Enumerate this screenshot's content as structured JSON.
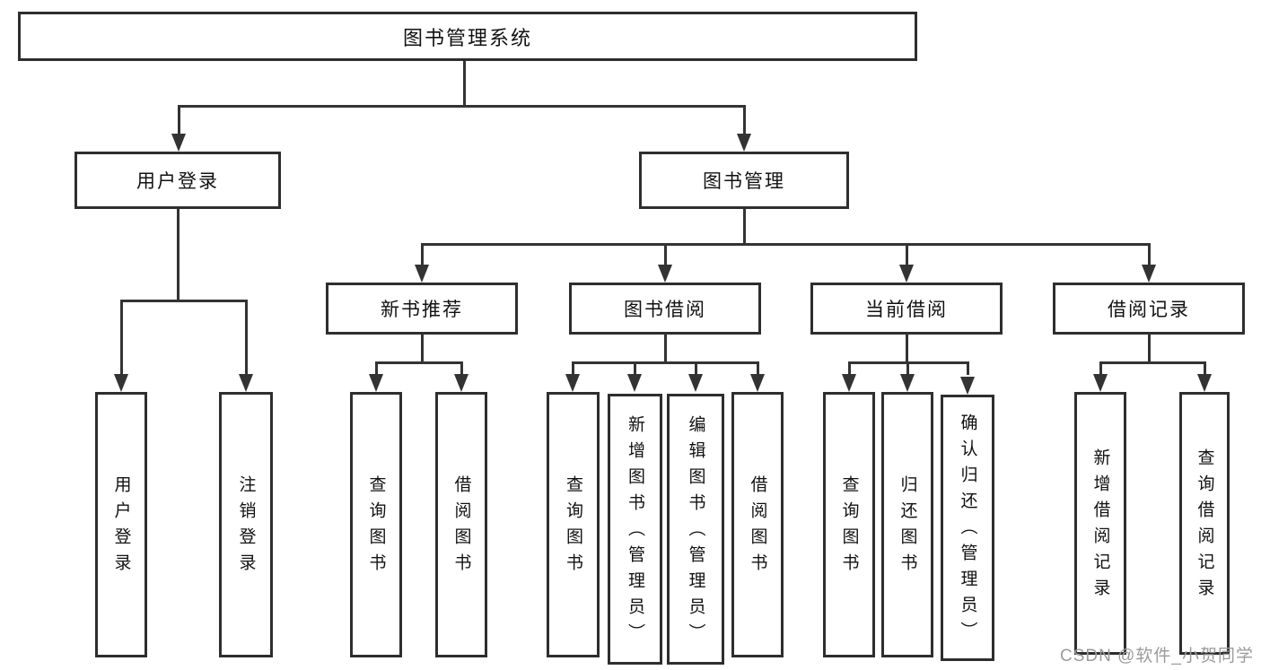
{
  "diagram": {
    "type": "hierarchy-tree",
    "root": {
      "label": "图书管理系统"
    }
  },
  "user_login_branch": {
    "label": "用户登录",
    "children": [
      {
        "label": "用户登录"
      },
      {
        "label": "注销登录"
      }
    ]
  },
  "book_mgmt_branch": {
    "label": "图书管理",
    "groups": [
      {
        "label": "新书推荐",
        "children": [
          {
            "label": "查询图书"
          },
          {
            "label": "借阅图书"
          }
        ]
      },
      {
        "label": "图书借阅",
        "children": [
          {
            "label": "查询图书"
          },
          {
            "label": "新增图书（管理员）"
          },
          {
            "label": "编辑图书（管理员）"
          },
          {
            "label": "借阅图书"
          }
        ]
      },
      {
        "label": "当前借阅",
        "children": [
          {
            "label": "查询图书"
          },
          {
            "label": "归还图书"
          },
          {
            "label": "确认归还（管理员）"
          }
        ]
      },
      {
        "label": "借阅记录",
        "children": [
          {
            "label": "新增借阅记录"
          },
          {
            "label": "查询借阅记录"
          }
        ]
      }
    ]
  },
  "watermark": {
    "text": "CSDN @软件_小贺同学"
  },
  "colors": {
    "line": "#333333",
    "box_border": "#2e2e2e",
    "text": "#111111",
    "background": "#ffffff",
    "watermark": "#9b9b9b"
  }
}
